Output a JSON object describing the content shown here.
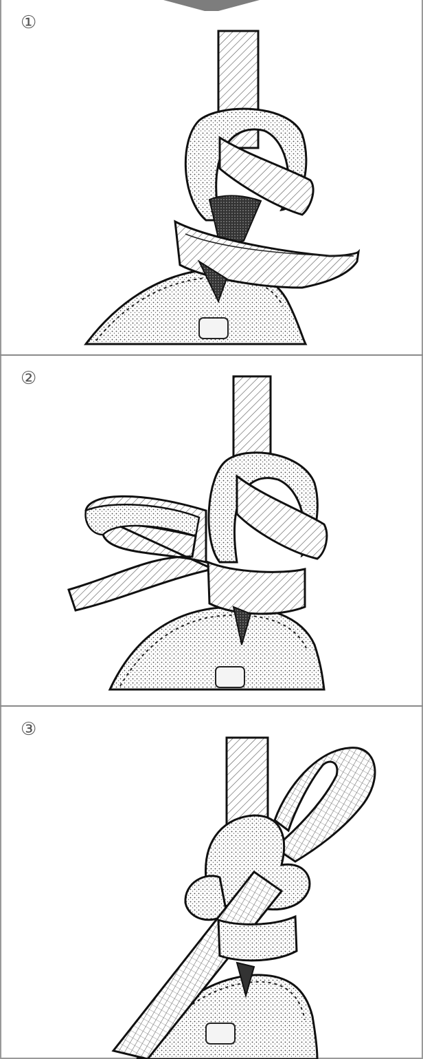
{
  "steps": [
    {
      "label": "①"
    },
    {
      "label": "②"
    },
    {
      "label": "③"
    }
  ]
}
